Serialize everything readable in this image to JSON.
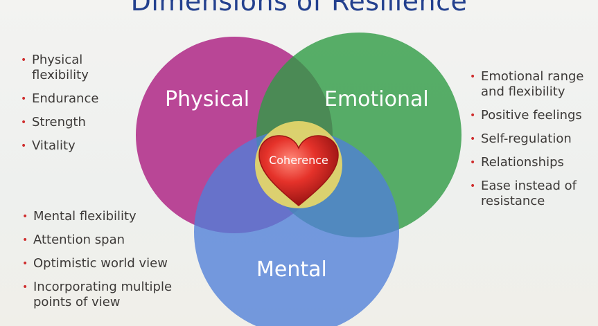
{
  "title": "Dimensions of Resilience",
  "circles": {
    "physical": {
      "label": "Physical",
      "color": "#b3338c"
    },
    "emotional": {
      "label": "Emotional",
      "color": "#2f9b45"
    },
    "mental": {
      "label": "Mental",
      "color": "#4f7fd8"
    },
    "center": {
      "label": "Coherence",
      "color": "#e3d56a"
    }
  },
  "lists": {
    "physical": [
      "Physical flexibility",
      "Endurance",
      "Strength",
      "Vitality"
    ],
    "emotional": [
      "Emotional range and flexibility",
      "Positive feelings",
      "Self-regulation",
      "Relationships",
      "Ease instead of resistance"
    ],
    "mental": [
      "Mental flexibility",
      "Attention span",
      "Optimistic world view",
      "Incorporating multiple points of view"
    ]
  },
  "accent": {
    "bullet": "#cf2e2e",
    "title": "#23408e"
  }
}
